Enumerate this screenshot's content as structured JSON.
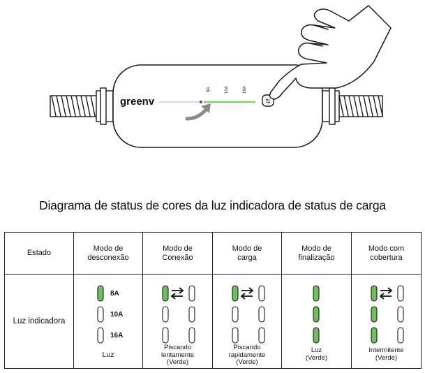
{
  "device": {
    "brand": "greenv",
    "scale_labels": [
      "8A",
      "10A",
      "16A"
    ],
    "button_symbol": "⇅"
  },
  "title": "Diagrama de status de cores da luz indicadora de status de carga",
  "table": {
    "header_state": "Estado",
    "row_label": "Luz indicadora",
    "modes": [
      {
        "line1": "Modo de",
        "line2": "desconexão",
        "caption": [
          "Luz"
        ],
        "levels": [
          "8A",
          "10A",
          "16A"
        ],
        "lit": [
          true,
          false,
          false
        ],
        "arrows": false
      },
      {
        "line1": "Modo de",
        "line2": "Conexão",
        "caption": [
          "Piscando",
          "lentamente",
          "(Verde)"
        ],
        "lit": [
          true,
          false,
          false
        ],
        "arrows": true
      },
      {
        "line1": "Modo de",
        "line2": "carga",
        "caption": [
          "Piscando",
          "rapidamente",
          "(Verde)"
        ],
        "lit": [
          true,
          false,
          false
        ],
        "arrows": true
      },
      {
        "line1": "Modo de",
        "line2": "finalização",
        "caption": [
          "Luz",
          "(Verde)"
        ],
        "lit": [
          true,
          true,
          true
        ],
        "arrows": false
      },
      {
        "line1": "Modo com",
        "line2": "cobertura",
        "caption": [
          "Intermitente",
          "(Verde)"
        ],
        "lit": [
          true,
          true,
          true
        ],
        "arrows": true
      }
    ]
  },
  "colors": {
    "green": "#6fbf5e",
    "outline": "#1a1a1a",
    "device_line": "#7fcf6f",
    "arrow_gray": "#8a8a8a"
  }
}
